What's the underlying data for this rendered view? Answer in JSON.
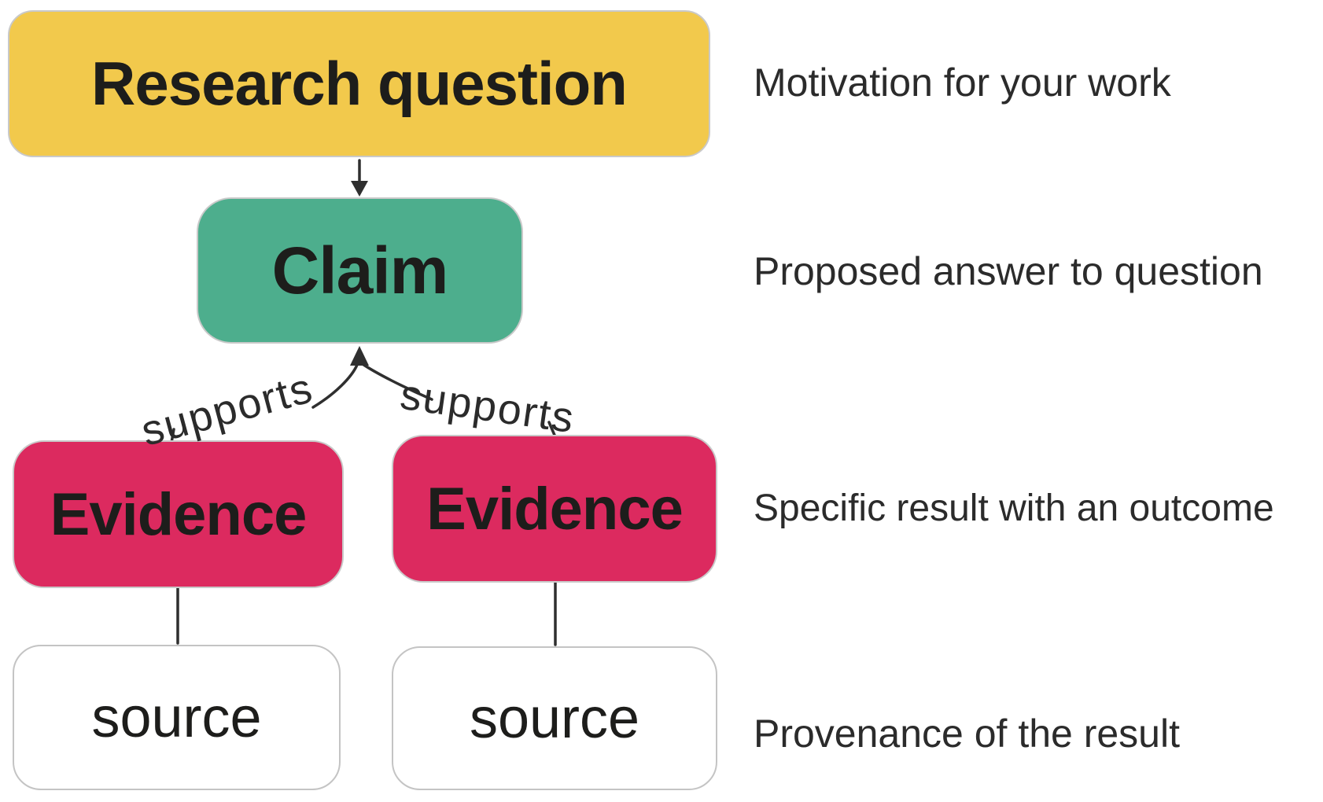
{
  "diagram": {
    "nodes": {
      "research_question": {
        "label": "Research question"
      },
      "claim": {
        "label": "Claim"
      },
      "evidence_left": {
        "label": "Evidence"
      },
      "evidence_right": {
        "label": "Evidence"
      },
      "source_left": {
        "label": "source"
      },
      "source_right": {
        "label": "source"
      }
    },
    "edge_labels": {
      "left": "supports",
      "right": "supports"
    },
    "annotations": {
      "research_question": "Motivation for your work",
      "claim": "Proposed answer to question",
      "evidence": "Specific result with an outcome",
      "source": "Provenance of the result"
    }
  },
  "colors": {
    "research-question-fill": "#F2C94C",
    "claim-fill": "#4DAE8D",
    "evidence-fill": "#DC2A5F",
    "source-fill": "#FFFFFF",
    "node-border": "#C9C9C9",
    "source-border": "#C4C4C4",
    "label-text": "#1D1D1B",
    "annotation-text": "#2B2B2B",
    "arrow": "#2F2F2F"
  }
}
